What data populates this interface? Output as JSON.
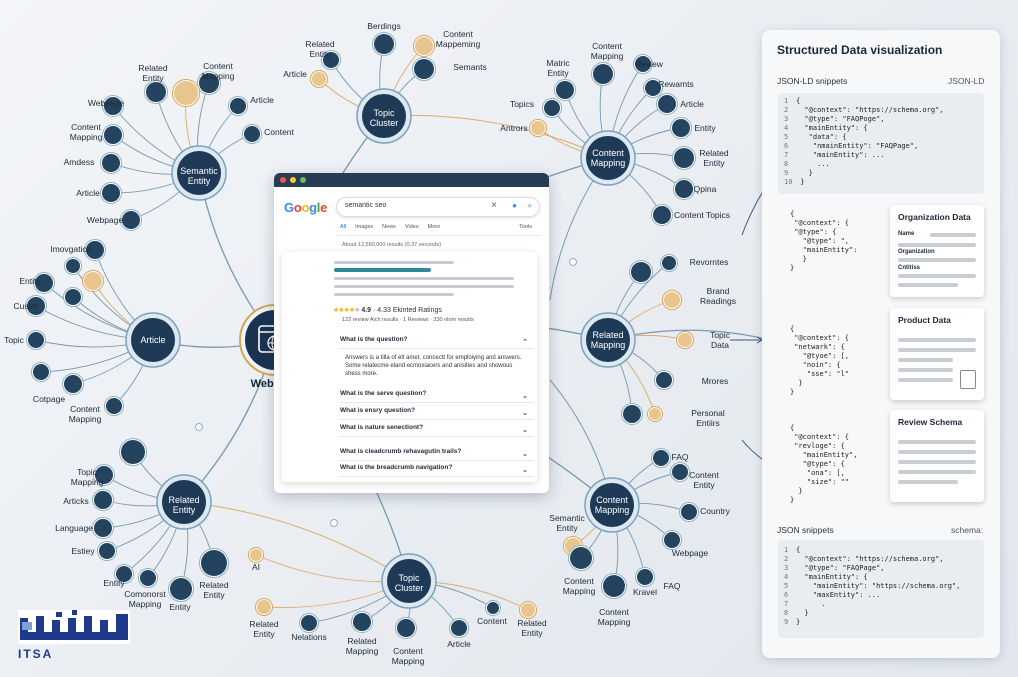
{
  "colors": {
    "hub": "#1f3a56",
    "node": "#24435f",
    "link": "#6a8fa8",
    "accent_link": "#d9a45a",
    "accent_node": "#e9c58e",
    "panel_bg": "#f7f8fa"
  },
  "hubs": [
    {
      "id": "semantic",
      "label": "Semantic\nEntity"
    },
    {
      "id": "article",
      "label": "Article"
    },
    {
      "id": "related1",
      "label": "Related\nEntity"
    },
    {
      "id": "topic1",
      "label": "Topic\nCluster"
    },
    {
      "id": "topic2",
      "label": "Topic\nCluster"
    },
    {
      "id": "cm1",
      "label": "Content\nMapping"
    },
    {
      "id": "relmap",
      "label": "Related\nMapping"
    },
    {
      "id": "cm2",
      "label": "Content\nMapping"
    }
  ],
  "webpage": {
    "label": "Webpage",
    "icon": "globe-browser-icon"
  },
  "labels": [
    {
      "t": "Related\nEntity"
    },
    {
      "t": "Content\nMapping"
    },
    {
      "t": "Webpage"
    },
    {
      "t": "Article"
    },
    {
      "t": "Content\nMapping"
    },
    {
      "t": "Content"
    },
    {
      "t": "Amdess"
    },
    {
      "t": "Article"
    },
    {
      "t": "Webpage"
    },
    {
      "t": "Related\nEntity"
    },
    {
      "t": "Berdings"
    },
    {
      "t": "Content\nMappeming"
    },
    {
      "t": "Article"
    },
    {
      "t": "Semants"
    },
    {
      "t": "Matric\nEntity"
    },
    {
      "t": "Content\nMapping"
    },
    {
      "t": "Review"
    },
    {
      "t": "Rewamts"
    },
    {
      "t": "Topics"
    },
    {
      "t": "Article"
    },
    {
      "t": "Antrors"
    },
    {
      "t": "Entity"
    },
    {
      "t": "Related\nEntity"
    },
    {
      "t": "Qpina"
    },
    {
      "t": "Content Topics"
    },
    {
      "t": "Imovgation"
    },
    {
      "t": "Entity"
    },
    {
      "t": "Custer"
    },
    {
      "t": "Topic"
    },
    {
      "t": "Cotpage"
    },
    {
      "t": "Content\nMapping"
    },
    {
      "t": "Revorntes"
    },
    {
      "t": "Brand\nReadings"
    },
    {
      "t": "Topic\nData"
    },
    {
      "t": "Mrores"
    },
    {
      "t": "Personal\nEntiirs"
    },
    {
      "t": "Topic\nMapping"
    },
    {
      "t": "Articks"
    },
    {
      "t": "Language"
    },
    {
      "t": "Estiey"
    },
    {
      "t": "Entity"
    },
    {
      "t": "Comonorst\nMapping"
    },
    {
      "t": "Entity"
    },
    {
      "t": "Related\nEntity"
    },
    {
      "t": "AI"
    },
    {
      "t": "Related\nEntity"
    },
    {
      "t": "Nelations"
    },
    {
      "t": "Related\nMapping"
    },
    {
      "t": "Content\nMapping"
    },
    {
      "t": "Article"
    },
    {
      "t": "Content"
    },
    {
      "t": "Related\nEntity"
    },
    {
      "t": "FAQ"
    },
    {
      "t": "Content\nEntity"
    },
    {
      "t": "Country"
    },
    {
      "t": "Semantic\nEntity"
    },
    {
      "t": "Webpage"
    },
    {
      "t": "Content\nMapping"
    },
    {
      "t": "Content\nMapping"
    },
    {
      "t": "Kravel"
    },
    {
      "t": "FAQ"
    }
  ],
  "browser": {
    "logo": [
      "G",
      "o",
      "o",
      "g",
      "l",
      "e"
    ],
    "query": "semantic seo",
    "tabs": [
      "All",
      "Images",
      "News",
      "Vides",
      "More"
    ],
    "tools": "Tools",
    "results_count": "About 12,560,000 results (0.37 seconds)",
    "rating": "4.9",
    "rating_text": "· 4.33 Ekinted Ratings",
    "rich": "122 review Aich results  ·  1 Reviews  ·  330 nlom results",
    "faq": [
      "What is the question?",
      "What is the serve question?",
      "What is ensry question?",
      "What is nature senectiont?",
      "What is cleadcrumb rehavagutin trails?",
      "What is the breadcrumb navigation?"
    ],
    "answer": "Answers is a tilla of elt amet, concectt for emploiying and answers. Some relatecme eland ecmoxiacers and anisities and showous shess more."
  },
  "right_panel": {
    "title": "Structured Data visualization",
    "jsonld_label": "JSON-LD snippets",
    "jsonld_tag": "JSON-LD",
    "code1": [
      {
        "n": "1",
        "t": "{"
      },
      {
        "n": "2",
        "t": "  \"@context\": \"https://schema.org\","
      },
      {
        "n": "3",
        "t": "  \"@type\": \"FAQPoge\","
      },
      {
        "n": "4",
        "t": "  \"mainEntity\": {"
      },
      {
        "n": "5",
        "t": "   \"data\": {"
      },
      {
        "n": "6",
        "t": "    \"nmainEntity\": \"FAQPage\","
      },
      {
        "n": "7",
        "t": "    \"mainEntity\": ..."
      },
      {
        "n": "8",
        "t": "     ..."
      },
      {
        "n": "9",
        "t": "   }"
      },
      {
        "n": "10",
        "t": " }"
      }
    ],
    "float1": "{\n \"@context\": {\n \"@type\": {\n   \"@type\": \",\n   \"mainEntity\":\n   }\n}",
    "float2": "{\n \"@context\": {\n \"netwark\": {\n   \"@tyoe\": [,\n   \"noin\": {\n    \"sse\": \"l\"\n  }\n}",
    "float3": "{\n \"@context\": {\n \"revloge\": {\n   \"mainEntity\",\n   \"@type\": {\n    \"ona\": [,\n    \"size\": \"\"\n  }\n}",
    "card_org": {
      "title": "Organization Data",
      "rows": [
        "Name",
        "Organization",
        "Cntitiss"
      ]
    },
    "card_product": {
      "title": "Product Data"
    },
    "card_review": {
      "title": "Review Schema"
    },
    "json_label": "JSON snippets",
    "json_tag": "schema:",
    "code2": [
      {
        "n": "1",
        "t": "{"
      },
      {
        "n": "2",
        "t": "  \"@context\": \"https://schema.org\","
      },
      {
        "n": "3",
        "t": "  \"@type\": \"FAQPage\","
      },
      {
        "n": "4",
        "t": "  \"mainEntity\": {"
      },
      {
        "n": "5",
        "t": "    \"mainEntity\": \"https://schema.org\","
      },
      {
        "n": "6",
        "t": "    \"maxEntity\": ..."
      },
      {
        "n": "7",
        "t": "      ."
      },
      {
        "n": "8",
        "t": "  }"
      },
      {
        "n": "9",
        "t": "}"
      }
    ]
  },
  "logo": {
    "text": "ITSA"
  }
}
